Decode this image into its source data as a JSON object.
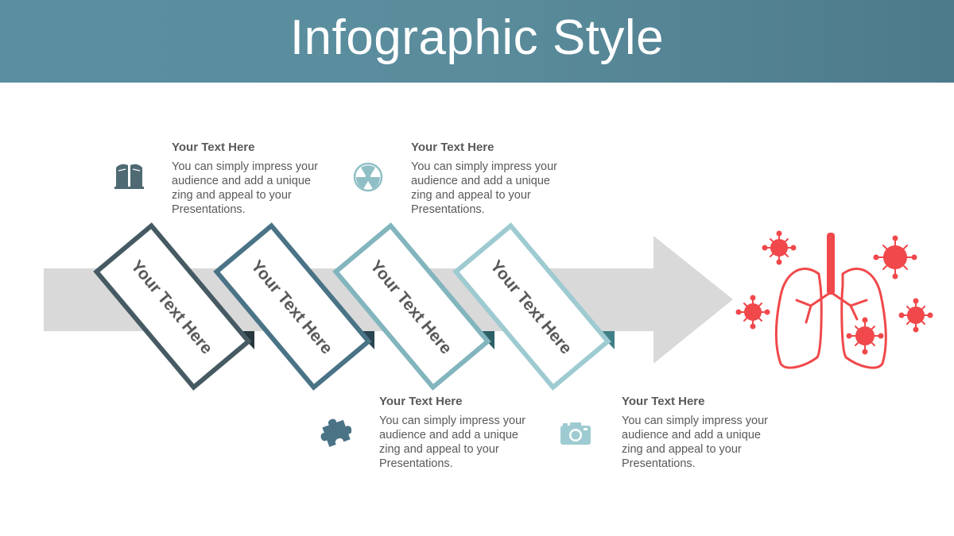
{
  "title": "Infographic Style",
  "steps": [
    {
      "label": "Your Text Here",
      "border": "#465a63",
      "fold": "#27373e"
    },
    {
      "label": "Your Text Here",
      "border": "#4a7386",
      "fold": "#2a4451"
    },
    {
      "label": "Your Text Here",
      "border": "#82b5bd",
      "fold": "#2c5f66"
    },
    {
      "label": "Your Text Here",
      "border": "#9ecbd1",
      "fold": "#3f7f86"
    }
  ],
  "blocks": [
    {
      "title": "Your Text Here",
      "body": "You can simply impress your audience and add a unique zing and appeal to your Presentations.",
      "icon": "book-icon",
      "icon_color": "#4f6a73"
    },
    {
      "title": "Your Text Here",
      "body": "You can simply impress your audience and add a unique zing and appeal to your Presentations.",
      "icon": "radiation-icon",
      "icon_color": "#8fbfc5"
    },
    {
      "title": "Your Text Here",
      "body": "You can simply impress your audience and add a unique zing and appeal to your Presentations.",
      "icon": "puzzle-icon",
      "icon_color": "#4a7386"
    },
    {
      "title": "Your Text Here",
      "body": "You can simply impress your audience and add a unique zing and appeal to your Presentations.",
      "icon": "camera-icon",
      "icon_color": "#9ecbd1"
    }
  ],
  "colors": {
    "arrow": "#d9d9d9",
    "accent": "#f0484b",
    "text": "#595959"
  },
  "end_icon": "lungs-virus-icon"
}
